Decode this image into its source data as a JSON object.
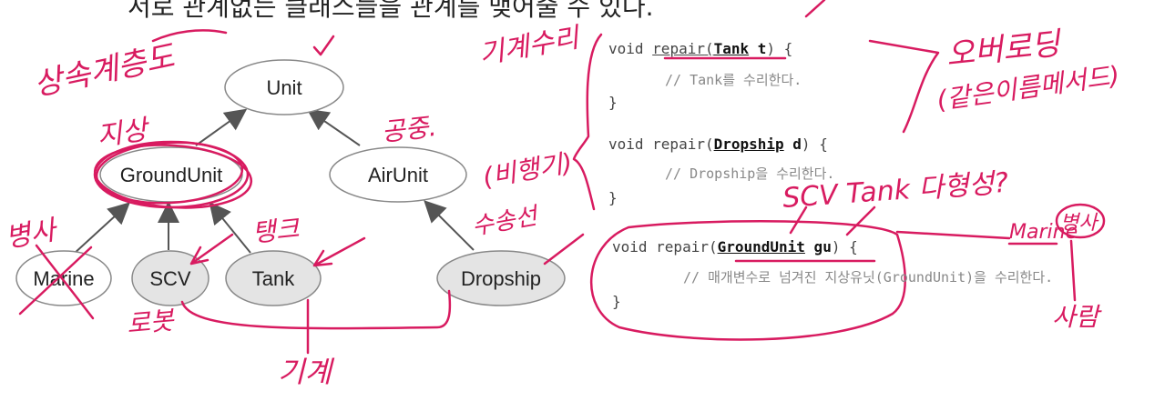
{
  "top_text": "서로 관계없는 클래스들을 관계를 맺어줄 수 있다.",
  "nodes": {
    "unit": "Unit",
    "ground_unit": "GroundUnit",
    "air_unit": "AirUnit",
    "marine": "Marine",
    "scv": "SCV",
    "tank": "Tank",
    "dropship": "Dropship"
  },
  "code": {
    "m1_sig_pre": "void ",
    "m1_name": "repair",
    "m1_open": "(",
    "m1_type": "Tank",
    "m1_param": " t",
    "m1_close": ") {",
    "m1_comment": "// Tank를 수리한다.",
    "m1_end": "}",
    "m2_sig_pre": "void repair(",
    "m2_type": "Dropship",
    "m2_param": " d",
    "m2_close": ") {",
    "m2_comment": "// Dropship을 수리한다.",
    "m2_end": "}",
    "m3_sig_pre": "void repair(",
    "m3_type": "GroundUnit",
    "m3_param": " gu",
    "m3_close": ") {",
    "m3_comment": "// 매개변수로 넘겨진 지상유닛(GroundUnit)을 수리한다.",
    "m3_end": "}"
  },
  "annotations": {
    "inheritance_hierarchy": "상속계층도",
    "ground": "지상",
    "air": "공중.",
    "soldier": "병사",
    "tank_kr": "탱크",
    "robot": "로봇",
    "transport": "수송선",
    "aircraft": "(비행기)",
    "machine": "기계",
    "machine_repair": "기계수리",
    "overloading": "오버로딩",
    "same_name_method": "(같은이름메서드)",
    "polymorphism": "SCV Tank 다형성?",
    "marine_note": "Marine",
    "soldier_circled": "병사",
    "person": "사람"
  },
  "colors": {
    "ink": "#d81b60",
    "node_border": "#888888",
    "node_fill_leaf": "#e4e4e4",
    "node_fill": "#ffffff",
    "arrow": "#555555"
  }
}
